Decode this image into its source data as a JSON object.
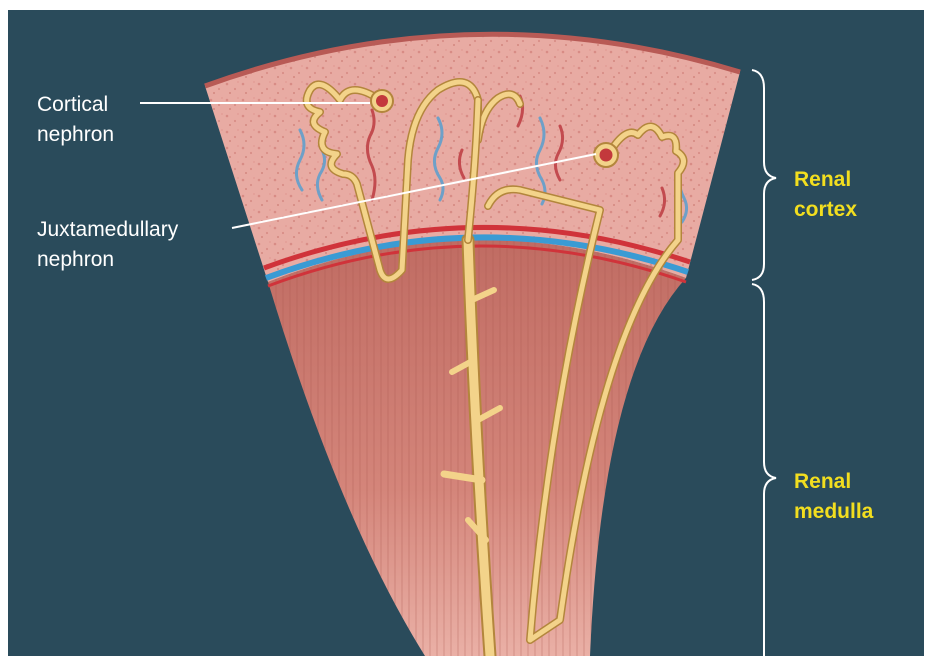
{
  "labels": {
    "cortical": [
      "Cortical",
      "nephron"
    ],
    "juxtamedullary": [
      "Juxtamedullary",
      "nephron"
    ],
    "renal_cortex": [
      "Renal",
      "cortex"
    ],
    "renal_medulla": [
      "Renal",
      "medulla"
    ]
  },
  "colors": {
    "background": "#2a4b5b",
    "cortex_tissue": "#e7a8a0",
    "medulla_tissue": "#cf7f75",
    "nephron": "#f3d38a",
    "region_label": "#f2de1f",
    "leader_line": "#ffffff",
    "artery": "#d0333a",
    "vein": "#3a9bd4"
  }
}
